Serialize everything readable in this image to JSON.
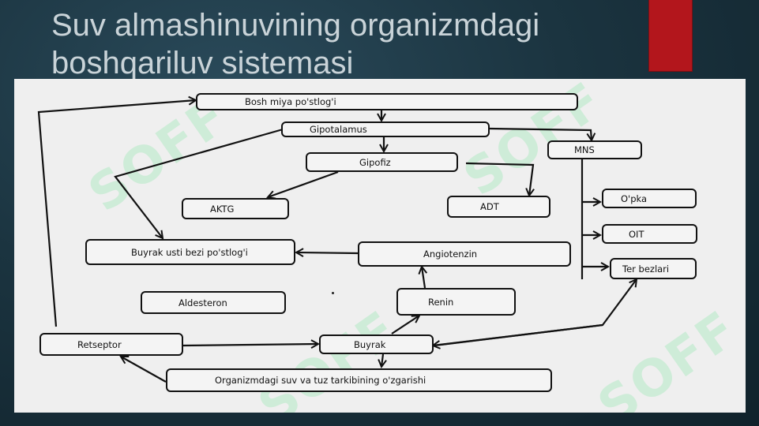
{
  "slide": {
    "title": "Suv almashinuvining organizmdagi\nboshqariluv sistemasi"
  },
  "colors": {
    "background": "#1b3440",
    "accent": "#b3161c",
    "panel": "#efefef",
    "watermark": "#8ce6aa"
  },
  "watermark": {
    "text": "SOFF"
  },
  "diagram": {
    "nodes": {
      "bosh_miya": "Bosh miya po'stlog'i",
      "gipotalamus": "Gipotalamus",
      "gipofiz": "Gipofiz",
      "mns": "MNS",
      "aktg": "AKTG",
      "adt": "ADT",
      "opka": "O'pka",
      "oit": "OIT",
      "ter_bezlari": "Ter bezlari",
      "buyrak_usti": "Buyrak usti bezi po'stlog'i",
      "angiotenzin": "Angiotenzin",
      "aldesteron": "Aldesteron",
      "renin": "Renin",
      "retseptor": "Retseptor",
      "buyrak": "Buyrak",
      "ozgarish": "Organizmdagi suv va tuz tarkibining o'zgarishi"
    }
  }
}
